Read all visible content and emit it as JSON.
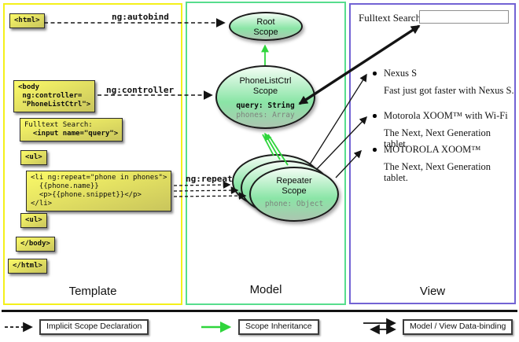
{
  "colors": {
    "template_border": "#f4f01a",
    "model_border": "#57dd8d",
    "view_border": "#7263d4",
    "ink": "#141414",
    "green": "#2fd53c",
    "box_top": "#fbfa68",
    "box_bottom": "#c9c55c",
    "scope_top": "#f3fdf4",
    "scope_mid": "#8ae5a6",
    "scope_bottom": "#abc6b0"
  },
  "template": {
    "label": "Template",
    "html_open": "<html>",
    "body_open": "<body\n ng:controller=\n \"PhoneListCtrl\">",
    "fulltext_label": "Fulltext Search:",
    "fulltext_code": "  <input name=\"query\">",
    "ul_open": "<ul>",
    "li_repeat": "<li ng:repeat=\"phone in phones\">\n  {{phone.name}}\n  <p>{{phone.snippet}}</p>\n</li>",
    "ul_close": "<ul>",
    "body_close": "</body>",
    "html_close": "</html>"
  },
  "connectors": {
    "autobind": "ng:autobind",
    "controller": "ng:controller",
    "repeat": "ng:repeat"
  },
  "model": {
    "label": "Model",
    "root_scope_title": "Root\nScope",
    "phonelist_title": "PhoneListCtrl\nScope",
    "phonelist_prop_query": "query: String",
    "phonelist_prop_phones": "phones: Array",
    "repeater_title": "Repeater\nScope",
    "repeater_prop": "phone: Object"
  },
  "view": {
    "label": "View",
    "search_label": "Fulltext Search:",
    "search_value": "",
    "items": [
      {
        "title": "Nexus S",
        "desc": "Fast just got faster with Nexus S."
      },
      {
        "title": "Motorola XOOM™ with Wi-Fi",
        "desc": "The Next, Next Generation tablet."
      },
      {
        "title": "MOTOROLA XOOM™",
        "desc": "The Next, Next Generation tablet."
      }
    ]
  },
  "legend": [
    {
      "label": "Implicit Scope Declaration"
    },
    {
      "label": "Scope Inheritance"
    },
    {
      "label": "Model / View Data-binding"
    }
  ]
}
